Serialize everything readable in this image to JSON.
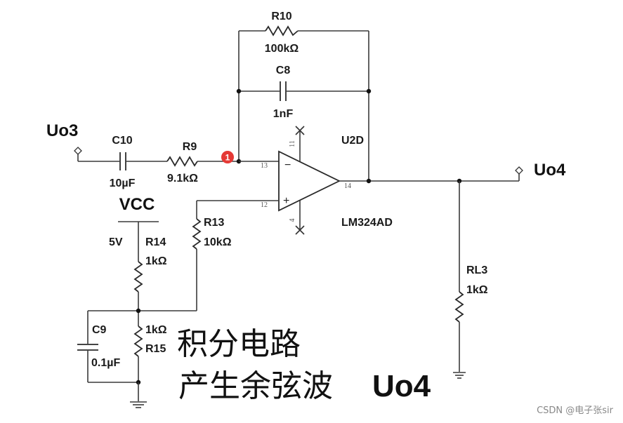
{
  "diagram": {
    "title_line1": "积分电路",
    "title_line2_cn": "产生余弦波",
    "title_line2_signal": "Uo4",
    "watermark": "CSDN @电子张sir",
    "marker_badge": "1",
    "marker_color": "#e53935",
    "terminals": {
      "input": "Uo3",
      "output": "Uo4"
    },
    "supply": {
      "name": "VCC",
      "voltage": "5V"
    },
    "opamp": {
      "ref": "U2D",
      "part": "LM324AD",
      "pins": {
        "inv": "13",
        "noninv": "12",
        "out": "14",
        "vpos": "11",
        "vneg": "4"
      },
      "inv_sign": "−",
      "noninv_sign": "+"
    },
    "components": {
      "R10": {
        "ref": "R10",
        "value": "100kΩ"
      },
      "C8": {
        "ref": "C8",
        "value": "1nF"
      },
      "C10": {
        "ref": "C10",
        "value": "10µF"
      },
      "R9": {
        "ref": "R9",
        "value": "9.1kΩ"
      },
      "R13": {
        "ref": "R13",
        "value": "10kΩ"
      },
      "R14": {
        "ref": "R14",
        "value": "1kΩ"
      },
      "R15": {
        "ref": "R15",
        "value": "1kΩ"
      },
      "C9": {
        "ref": "C9",
        "value": "0.1µF"
      },
      "RL3": {
        "ref": "RL3",
        "value": "1kΩ"
      }
    }
  }
}
